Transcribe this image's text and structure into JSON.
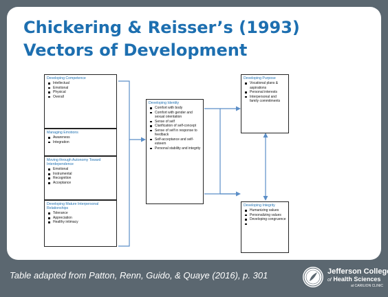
{
  "slide": {
    "title_line1": "Chickering & Reisser’s (1993)",
    "title_line2": "Vectors of Development",
    "footer": "Table adapted from Patton, Renn, Guido, & Quaye (2016), p. 301"
  },
  "diagram": {
    "competence": {
      "title": "Developing Competence",
      "items": [
        "Intellectual",
        "Emotional",
        "Physical",
        "Overall"
      ]
    },
    "emotions": {
      "title": "Managing Emotions",
      "items": [
        "Awareness",
        "Integration"
      ]
    },
    "autonomy": {
      "title": "Moving through Autonomy Toward Interdependence",
      "items": [
        "Emotional",
        "Instrumental",
        "Recognition",
        "Acceptance"
      ]
    },
    "relationships": {
      "title": "Developing Mature Interpersonal Relationships",
      "items": [
        "Tolerance",
        "Appreciation",
        "Healthy intimacy"
      ]
    },
    "identity": {
      "title": "Developing Identity",
      "items": [
        "Comfort with body",
        "Comfort with gender and sexual orientation",
        "Sense of self",
        "Clarification of self-concept",
        "Sense of self in response to feedback",
        "Self-acceptance and self-esteem",
        "Personal stability and integrity"
      ]
    },
    "purpose": {
      "title": "Developing Purpose",
      "items": [
        "Vocational plans & aspirations",
        "Personal interests",
        "Interpersonal and family commitments"
      ]
    },
    "integrity": {
      "title": "Developing Integrity",
      "items": [
        "Humanizing values",
        "Personalizing values",
        "Developing congruence",
        ""
      ]
    }
  },
  "logo": {
    "name": "Jefferson College",
    "sub_of": "of",
    "sub_name": "Health Sciences",
    "tagline": "at CARILION CLINIC"
  },
  "colors": {
    "background": "#5b6770",
    "title": "#1d6fb0",
    "connector": "#5b8ec7"
  }
}
